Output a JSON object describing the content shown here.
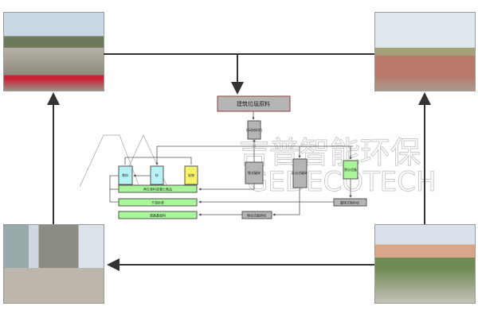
{
  "photos": [
    {
      "name": "construction-waste-pile",
      "position": "top-left"
    },
    {
      "name": "demolition-rubble",
      "position": "top-right"
    },
    {
      "name": "building-demolition",
      "position": "bottom-left"
    },
    {
      "name": "cleared-site",
      "position": "bottom-right"
    }
  ],
  "diagram": {
    "title": "建筑垃圾原料",
    "feeder": "振动给料机",
    "boxes": {
      "cyan1": "骨料",
      "cyan2": "砂",
      "yellow": "轻物",
      "gray1": "颚式破碎",
      "gray2": "反击式破碎",
      "green": "筛分设备"
    },
    "bars": [
      "再生骨料混凝土制品",
      "干混砂浆",
      "道路基层料"
    ],
    "machines": [
      "移动式破碎机",
      "圆锥式制砂机"
    ]
  },
  "watermark": {
    "cn": "吉普智能环保",
    "en": "GEDECOTECH"
  },
  "colors": {
    "cyan": "#b7f2f7",
    "yellow": "#f7f46a",
    "green": "#a8f59a",
    "gray": "#b5b5b5"
  }
}
